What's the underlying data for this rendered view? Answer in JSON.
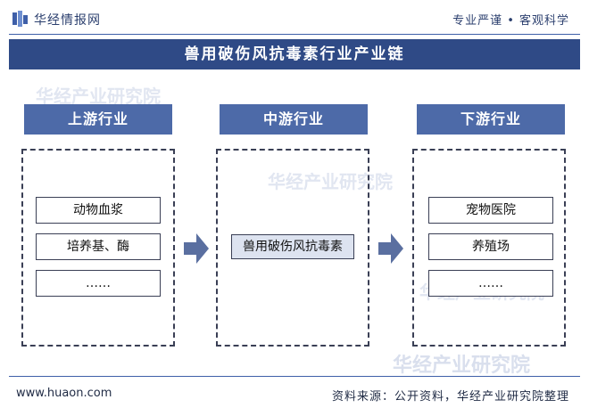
{
  "header": {
    "brand": "华经情报网",
    "slogan": "专业严谨 • 客观科学"
  },
  "title": "兽用破伤风抗毒素行业产业链",
  "stages": [
    {
      "label": "上游行业",
      "items": [
        "动物血浆",
        "培养基、酶",
        "……"
      ]
    },
    {
      "label": "中游行业",
      "items": [
        "兽用破伤风抗毒素"
      ]
    },
    {
      "label": "下游行业",
      "items": [
        "宠物医院",
        "养殖场",
        "……"
      ]
    }
  ],
  "watermark": "华经产业研究院",
  "footer": {
    "website": "www.huaon.com",
    "source": "资料来源：公开资料，华经产业研究院整理"
  },
  "colors": {
    "primary": "#2f4a86",
    "stage_head": "#4d6aa8",
    "arrow": "#5a6fa0"
  }
}
